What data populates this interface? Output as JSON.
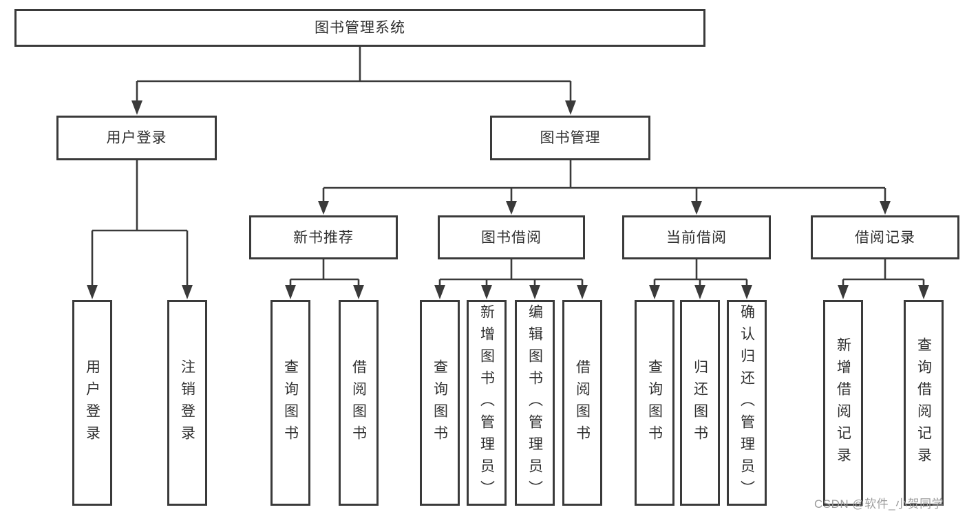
{
  "colors": {
    "background": "#ffffff",
    "line": "#3a3a3a",
    "box_border": "#3a3a3a",
    "box_background": "#ffffff",
    "text": "#2f2f2f",
    "watermark": "#9c9c9c"
  },
  "watermark": {
    "text": "CSDN @软件_小贺同学"
  },
  "tree": {
    "root": {
      "label": "图书管理系统"
    },
    "branches": [
      {
        "label": "用户登录",
        "leaves": [
          {
            "label": "用户登录"
          },
          {
            "label": "注销登录"
          }
        ]
      },
      {
        "label": "图书管理",
        "groups": [
          {
            "label": "新书推荐",
            "leaves": [
              {
                "label": "查询图书"
              },
              {
                "label": "借阅图书"
              }
            ]
          },
          {
            "label": "图书借阅",
            "leaves": [
              {
                "label": "查询图书"
              },
              {
                "label": "新增图书（管理员）"
              },
              {
                "label": "编辑图书（管理员）"
              },
              {
                "label": "借阅图书"
              }
            ]
          },
          {
            "label": "当前借阅",
            "leaves": [
              {
                "label": "查询图书"
              },
              {
                "label": "归还图书"
              },
              {
                "label": "确认归还（管理员）"
              }
            ]
          },
          {
            "label": "借阅记录",
            "leaves": [
              {
                "label": "新增借阅记录"
              },
              {
                "label": "查询借阅记录"
              }
            ]
          }
        ]
      }
    ]
  }
}
